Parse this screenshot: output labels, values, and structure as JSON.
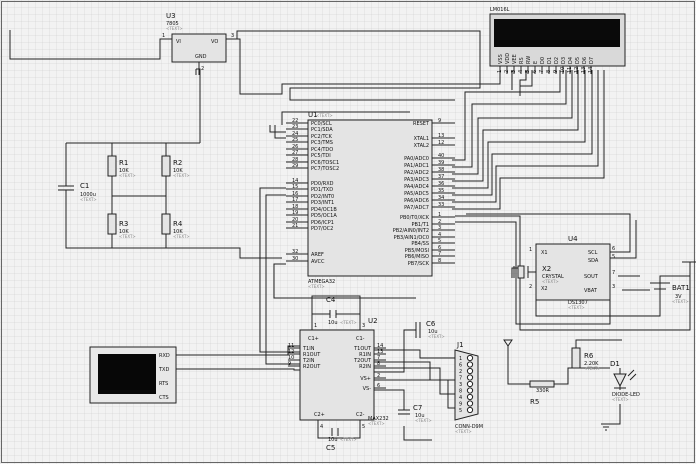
{
  "placeholder": "<TEXT>",
  "u3": {
    "ref": "U3",
    "part": "7805",
    "pin_vi": "VI",
    "pin_vo": "VO",
    "pin_gnd": "GND",
    "n1": "1",
    "n2": "2",
    "n3": "3"
  },
  "lcd": {
    "part": "LM016L",
    "pins": [
      "VSS",
      "VDD",
      "VEE",
      "RS",
      "RW",
      "E",
      "D0",
      "D1",
      "D2",
      "D3",
      "D4",
      "D5",
      "D6",
      "D7"
    ],
    "nums": [
      "1",
      "2",
      "3",
      "4",
      "5",
      "6",
      "7",
      "8",
      "9",
      "10",
      "11",
      "12",
      "13",
      "14"
    ]
  },
  "u1": {
    "ref": "U1",
    "part": "ATMEGA32",
    "left_pins": [
      "PC0/SCL",
      "PC1/SDA",
      "PC2/TCK",
      "PC3/TMS",
      "PC4/TDO",
      "PC5/TDI",
      "PC6/TOSC1",
      "PC7/TOSC2",
      "PD0/RXD",
      "PD1/TXD",
      "PD2/INT0",
      "PD3/INT1",
      "PD4/OC1B",
      "PD5/OC1A",
      "PD6/ICP1",
      "PD7/OC2",
      "AREF",
      "AVCC"
    ],
    "left_nums": [
      "22",
      "23",
      "24",
      "25",
      "26",
      "27",
      "28",
      "29",
      "14",
      "15",
      "16",
      "17",
      "18",
      "19",
      "20",
      "21",
      "32",
      "30"
    ],
    "right_pins": [
      "RESET",
      "XTAL1",
      "XTAL2",
      "PA0/ADC0",
      "PA1/ADC1",
      "PA2/ADC2",
      "PA3/ADC3",
      "PA4/ADC4",
      "PA5/ADC5",
      "PA6/ADC6",
      "PA7/ADC7",
      "PB0/T0/XCK",
      "PB1/T1",
      "PB2/AIN0/INT2",
      "PB3/AIN1/OC0",
      "PB4/SS",
      "PB5/MOSI",
      "PB6/MISO",
      "PB7/SCK"
    ],
    "right_nums": [
      "9",
      "13",
      "12",
      "40",
      "39",
      "38",
      "37",
      "36",
      "35",
      "34",
      "33",
      "1",
      "2",
      "3",
      "4",
      "5",
      "6",
      "7",
      "8"
    ]
  },
  "c1": {
    "ref": "C1",
    "value": "1000u"
  },
  "r1": {
    "ref": "R1",
    "value": "10K"
  },
  "r2": {
    "ref": "R2",
    "value": "10K"
  },
  "r3": {
    "ref": "R3",
    "value": "10K"
  },
  "r4": {
    "ref": "R4",
    "value": "10K"
  },
  "u4": {
    "ref": "U4",
    "part": "DS1307",
    "pins_left": [
      "X1",
      "X2"
    ],
    "pins_right": [
      "SCL",
      "SDA",
      "SOUT",
      "VBAT"
    ],
    "nums_left": [
      "1",
      "2"
    ],
    "nums_right": [
      "6",
      "5",
      "7",
      "3"
    ]
  },
  "x2": {
    "ref": "X2",
    "part": "CRYSTAL"
  },
  "bat1": {
    "ref": "BAT1",
    "value": "3V"
  },
  "u2": {
    "ref": "U2",
    "part": "MAX232",
    "left_pins": [
      "T1IN",
      "R1OUT",
      "T2IN",
      "R2OUT"
    ],
    "left_nums": [
      "11",
      "12",
      "10",
      "9"
    ],
    "right_pins": [
      "T1OUT",
      "R1IN",
      "T2OUT",
      "R2IN",
      "VS+",
      "VS-"
    ],
    "right_nums": [
      "14",
      "13",
      "7",
      "8",
      "2",
      "6"
    ],
    "top_pins": [
      "C1+",
      "C1-"
    ],
    "top_nums": [
      "1",
      "3"
    ],
    "bottom_pins": [
      "C2+",
      "C2-"
    ],
    "bottom_nums": [
      "4",
      "5"
    ]
  },
  "c4": {
    "ref": "C4",
    "value": "10u"
  },
  "c5": {
    "ref": "C5",
    "value": "10u"
  },
  "c6": {
    "ref": "C6",
    "value": "10u"
  },
  "c7": {
    "ref": "C7",
    "value": "10u"
  },
  "j1": {
    "ref": "J1",
    "part": "CONN-D9M",
    "nums": [
      "1",
      "6",
      "2",
      "7",
      "3",
      "8",
      "4",
      "9",
      "5"
    ]
  },
  "terminal": {
    "pins": [
      "RXD",
      "TXD",
      "RTS",
      "CTS"
    ]
  },
  "r5": {
    "ref": "R5",
    "value": "330R"
  },
  "r6": {
    "ref": "R6",
    "value": "2.20K"
  },
  "d1": {
    "ref": "D1",
    "part": "DIODE-LED"
  }
}
